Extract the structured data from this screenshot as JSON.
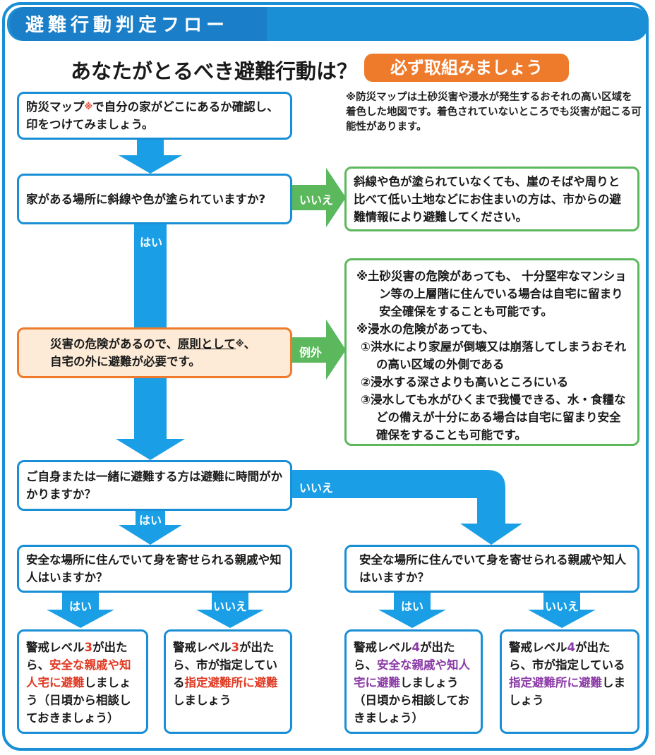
{
  "title": "避難行動判定フロー",
  "question": "あなたがとるべき避難行動は？",
  "badge": "必ず取組みましょう",
  "note_top": "※防災マップは土砂災害や浸水が発生するおそれの高い区域を着色した地図です。着色されていないところでも災害が起こる可能性があります。",
  "step1": {
    "a": "防災マップ",
    "b": "※",
    "c": "で自分の家がどこにあるか確認し、印をつけてみましょう。"
  },
  "step2": "家がある場所に斜線や色が塗られていますか?",
  "no_label_1": "いいえ",
  "no_result_1": "斜線や色が塗られていなくても、崖のそばや周りと比べて低い土地などにお住まいの方は、市からの避難情報により避難してください。",
  "yes_label_1": "はい",
  "step3": {
    "a": "災害の危険があるので、",
    "b": "原則として",
    "c": "※",
    "d": "、",
    "e": "自宅の外に避難が必要です。"
  },
  "exception_label": "例外",
  "exception_notes": [
    "※土砂災害の危険があっても、 十分堅牢なマンション等の上層階に住んでいる場合は自宅に留まり安全確保をすることも可能です。",
    "※浸水の危険があっても、",
    "①洪水により家屋が倒壊又は崩落してしまうおそれの高い区域の外側である",
    "②浸水する深さよりも高いところにいる",
    "③浸水しても水がひくまで我慢できる、水・食糧などの備えが十分にある場合は自宅に留まり安全確保をすることも可能です。"
  ],
  "step4": "ご自身または一緒に避難する方は避難に時間がかかりますか？",
  "no_label_2": "いいえ",
  "yes_label_2": "はい",
  "step5_left": "安全な場所に住んでいて身を寄せられる親戚や知人はいますか？",
  "step5_right": "安全な場所に住んでいて身を寄せられる親戚や知人はいますか？",
  "yes_label_3": "はい",
  "no_label_3": "いいえ",
  "yes_label_4": "はい",
  "no_label_4": "いいえ",
  "result1": {
    "a": "警戒レベル",
    "b": "3",
    "c": "が出たら、",
    "d": "安全な親戚や知人宅に避難",
    "e": "しましょう（日頃から相談しておきましょう）"
  },
  "result2": {
    "a": "警戒レベル",
    "b": "3",
    "c": "が出たら、市が指定している",
    "d": "指定避難所に避難",
    "e": "しましょう"
  },
  "result3": {
    "a": "警戒レベル",
    "b": "4",
    "c": "が出たら、",
    "d": "安全な親戚や知人宅に避難",
    "e": "しましょう（日頃から相談しておきましょう）"
  },
  "result4": {
    "a": "警戒レベル",
    "b": "4",
    "c": "が出たら、市が指定している",
    "d": "指定避難所に避難",
    "e": "しましょう"
  },
  "colors": {
    "blue": "#1a8fd6",
    "green": "#5cb85c",
    "orange": "#ee7b2c",
    "red": "#e03a24",
    "purple": "#8b3aa6"
  }
}
